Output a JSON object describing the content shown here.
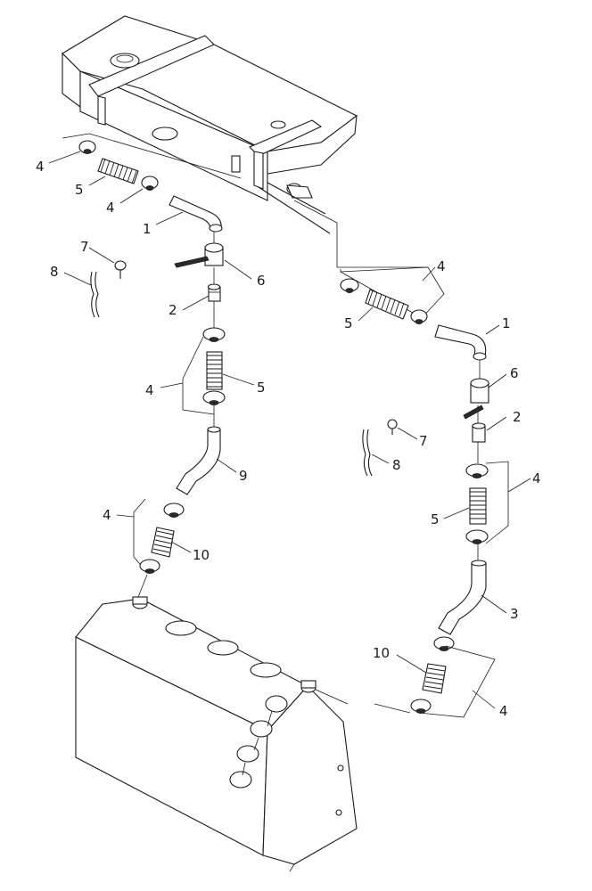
{
  "diagram": {
    "callouts": {
      "l_4a": "4",
      "l_5a": "5",
      "l_4b": "4",
      "l_1a": "1",
      "l_7a": "7",
      "l_8a": "8",
      "l_6a": "6",
      "l_2a": "2",
      "l_4c": "4",
      "l_5b": "5",
      "l_9": "9",
      "l_4d": "4",
      "l_10a": "10",
      "l_4e": "4",
      "l_5c": "5",
      "l_1b": "1",
      "l_6b": "6",
      "l_2b": "2",
      "l_7b": "7",
      "l_8b": "8",
      "l_4f": "4",
      "l_5d": "5",
      "l_3": "3",
      "l_10b": "10",
      "l_4g": "4"
    }
  }
}
